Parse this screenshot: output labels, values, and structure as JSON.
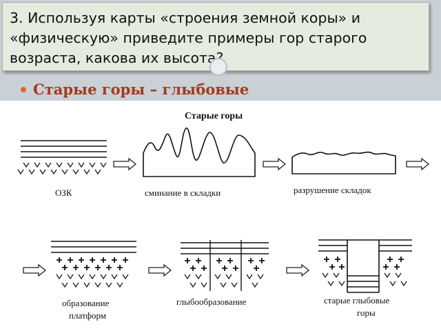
{
  "question": {
    "text": "3. Используя карты «строения земной коры» и «физическую» приведите примеры гор старого возраста, какова их высота?"
  },
  "bullet": {
    "text": "Старые горы – глыбовые"
  },
  "diagram": {
    "title": "Старые горы",
    "labels": {
      "ozk": "ОЗК",
      "folding": "сминание в складки",
      "destruction": "разрушение складок",
      "platform_line1": "образование",
      "platform_line2": "платформ",
      "blocks": "глыбообразование",
      "old_block_line1": "старые глыбовые",
      "old_block_line2": "горы"
    }
  }
}
